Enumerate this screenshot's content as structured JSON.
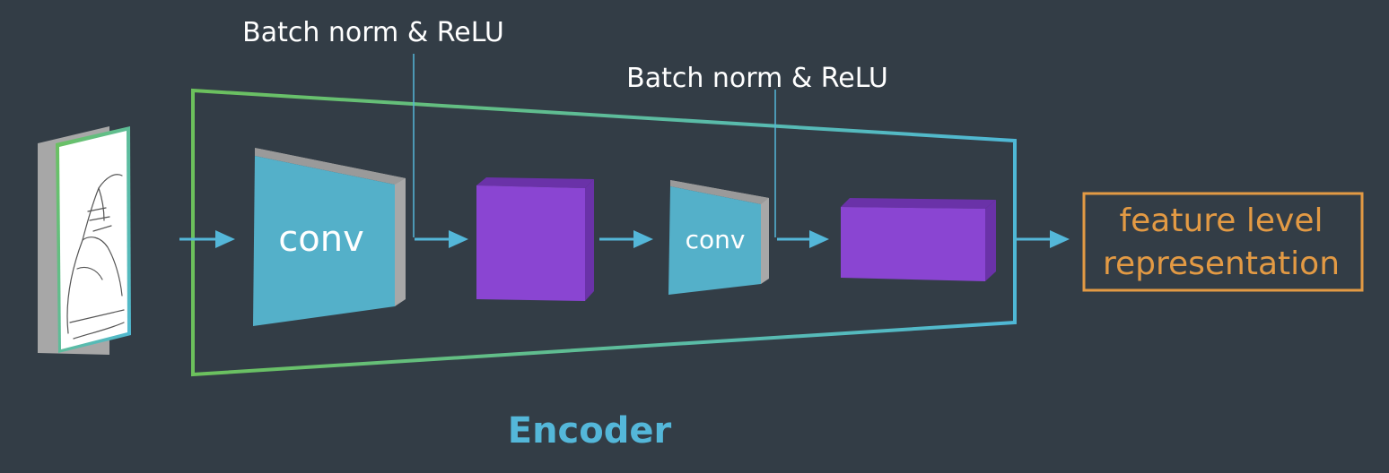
{
  "labels": {
    "batch_norm_1": "Batch norm & ReLU",
    "batch_norm_2": "Batch norm & ReLU",
    "conv_1": "conv",
    "conv_2": "conv",
    "output_line1": "feature level",
    "output_line2": "representation",
    "encoder": "Encoder"
  },
  "colors": {
    "background": "#333d46",
    "conv_face": "#54b0c9",
    "conv_side": "#a8a8a8",
    "block_face": "#8a45d2",
    "block_top": "#6a32a8",
    "block_side": "#6a32a8",
    "arrow": "#54b7d9",
    "encoder_text": "#54b7d9",
    "output_border": "#e39a44",
    "output_text": "#e39a44",
    "frame_green": "#6cc15c",
    "frame_blue": "#4fb8d6",
    "label_text": "#ffffff"
  },
  "icons": {
    "input_image": "shoe-sketch-icon"
  }
}
